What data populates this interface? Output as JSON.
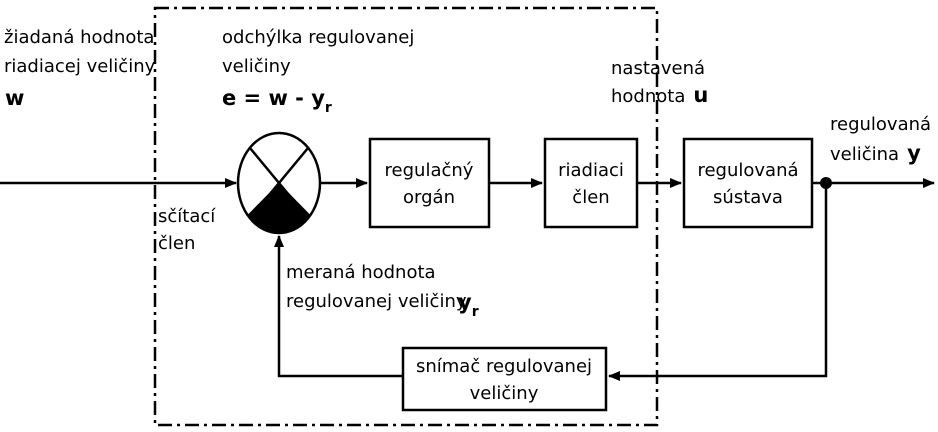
{
  "labels": {
    "setpoint_line1": "žiadaná hodnota",
    "setpoint_line2": "riadiacej veličiny",
    "setpoint_symbol": "w",
    "error_line1": "odchýlka regulovanej",
    "error_line2": "veličiny",
    "error_eq_main": "e = w - y",
    "error_eq_sub": "r",
    "adder_line1": "sčítací",
    "adder_line2": "člen",
    "measured_line1": "meraná hodnota",
    "measured_line2": "regulovanej veličiny",
    "measured_symbol": "y",
    "measured_sub": "r",
    "manip_line1": "nastavená",
    "manip_line2": "hodnota",
    "manip_symbol": "u",
    "output_line1": "regulovaná",
    "output_line2": "veličina",
    "output_symbol": "y"
  },
  "blocks": {
    "controller": [
      "regulačný",
      "orgán"
    ],
    "actuator": [
      "riadiaci",
      "člen"
    ],
    "plant": [
      "regulovaná",
      "sústava"
    ],
    "sensor": [
      "snímač regulovanej",
      "veličiny"
    ]
  }
}
